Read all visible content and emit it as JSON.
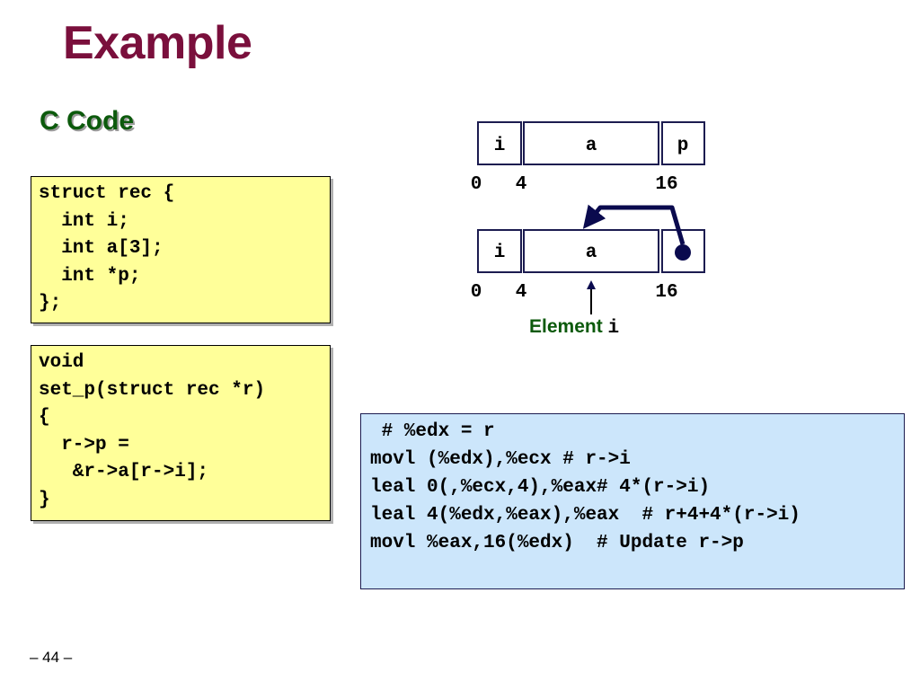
{
  "slide": {
    "title": "Example",
    "subtitle": "C Code",
    "page_number": "– 44 –"
  },
  "code": {
    "struct_def": "struct rec {\n  int i;\n  int a[3];\n  int *p;\n};",
    "function_def": "void\nset_p(struct rec *r)\n{\n  r->p =\n   &r->a[r->i];\n}"
  },
  "diagram": {
    "top_row": {
      "fields": [
        "i",
        "a",
        "p"
      ],
      "offsets": [
        "0",
        "4",
        "16"
      ]
    },
    "bottom_row": {
      "fields": [
        "i",
        "a"
      ],
      "offsets": [
        "0",
        "4",
        "16"
      ]
    },
    "element_label": {
      "word": "Element",
      "var": "i"
    },
    "colors": {
      "label_green": "#0c5a0c",
      "arrow": "#0a0a4e"
    }
  },
  "assembly": {
    "lines": [
      " # %edx = r",
      "movl (%edx),%ecx # r->i",
      "leal 0(,%ecx,4),%eax# 4*(r->i)",
      "leal 4(%edx,%eax),%eax  # r+4+4*(r->i)",
      "movl %eax,16(%edx)  # Update r->p"
    ]
  },
  "colors": {
    "title": "#7a0f3c",
    "subtitle": "#0c5a0c",
    "code_bg": "#ffff99",
    "asm_bg": "#cce6fb"
  }
}
